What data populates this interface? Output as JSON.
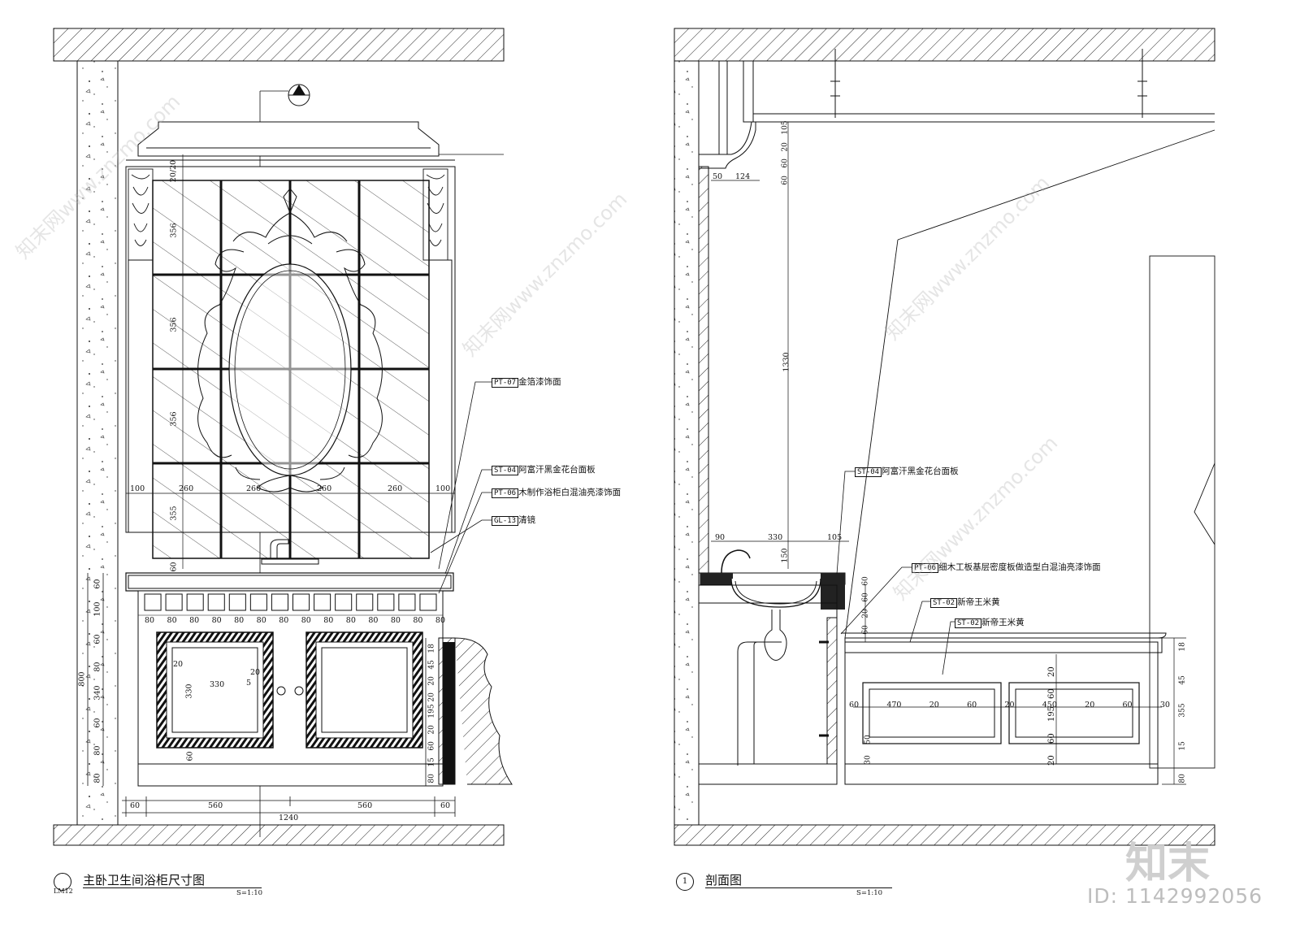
{
  "left_view": {
    "title": "主卧卫生间浴柜尺寸图",
    "scale": "S=1:10",
    "sheet_ref": "LM12",
    "dims": {
      "grid": [
        "100",
        "260",
        "260",
        "260",
        "260",
        "100"
      ],
      "bottom": [
        "60",
        "560",
        "560",
        "60"
      ],
      "total": "1240",
      "rows_v": [
        "356",
        "356",
        "356",
        "355",
        "60"
      ],
      "top_v": "20/20",
      "left_v": [
        "60",
        "100",
        "60",
        "80",
        "340",
        "60",
        "80",
        "80"
      ],
      "left_total": "800",
      "drawer": "80",
      "door_w": "330",
      "door_h": "330",
      "door_small": [
        "20",
        "20",
        "5",
        "60"
      ],
      "right_v": [
        "18",
        "45",
        "20",
        "20",
        "195",
        "20",
        "60",
        "15",
        "80"
      ]
    },
    "callouts": [
      {
        "code": "PT-07",
        "text": "金箔漆饰面"
      },
      {
        "code": "ST-04",
        "text": "阿富汗黑金花台面板"
      },
      {
        "code": "PT-06",
        "text": "木制作浴柜白混油亮漆饰面"
      },
      {
        "code": "GL-13",
        "text": "清镜"
      }
    ]
  },
  "right_view": {
    "title": "剖面图",
    "scale": "S=1:10",
    "sheet_ref": "1",
    "dims": {
      "top": [
        "50",
        "124"
      ],
      "top_v": [
        "105",
        "20",
        "60",
        "60"
      ],
      "tall": "1330",
      "sink": [
        "90",
        "330",
        "105"
      ],
      "sink_v": "150",
      "cab_v": [
        "60",
        "60",
        "20",
        "60"
      ],
      "panel": [
        "60",
        "470",
        "20",
        "60",
        "20",
        "450",
        "20",
        "60",
        "30"
      ],
      "panel_v": [
        "20",
        "60",
        "195",
        "60",
        "20"
      ],
      "right_v": [
        "18",
        "45",
        "355",
        "15",
        "80"
      ],
      "mid_v": [
        "50",
        "30"
      ]
    },
    "callouts": [
      {
        "code": "ST-04",
        "text": "阿富汗黑金花台面板"
      },
      {
        "code": "PT-06",
        "text": "细木工板基层密度板做造型白混油亮漆饰面"
      },
      {
        "code": "ST-02",
        "text": "新帝王米黄"
      },
      {
        "code": "ST-02",
        "text": "新帝王米黄"
      }
    ]
  },
  "watermark": {
    "site": "知末网www.znzmo.com",
    "brand": "知末",
    "id": "ID: 1142992056"
  }
}
